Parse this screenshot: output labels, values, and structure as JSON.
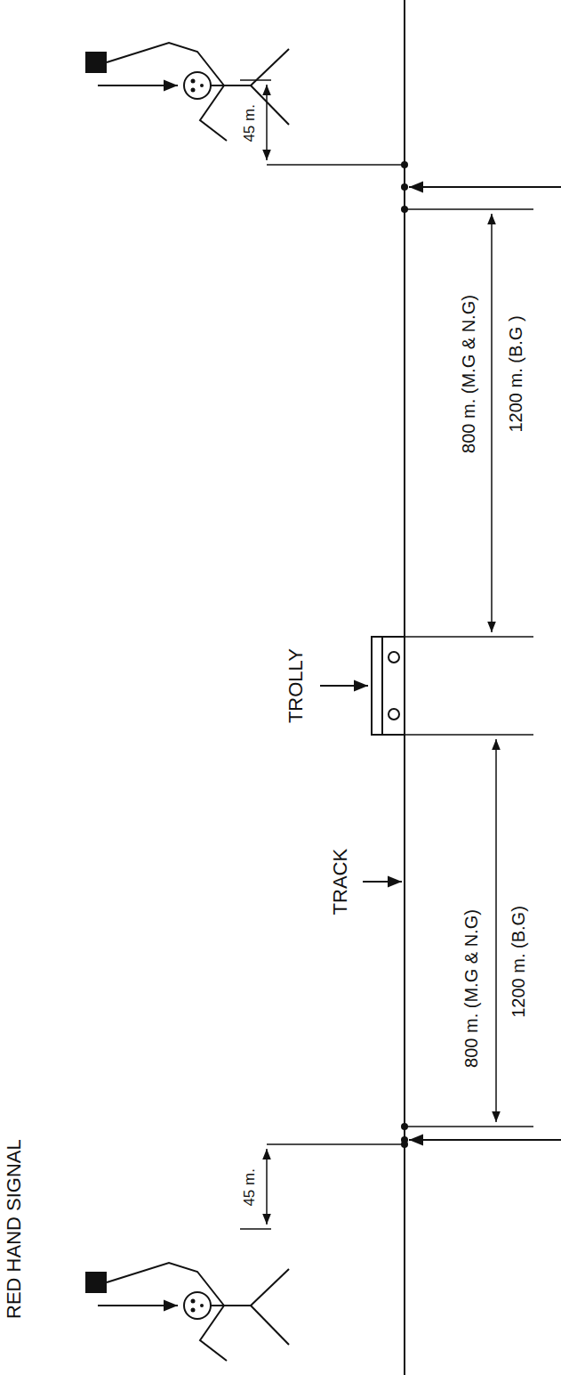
{
  "diagram": {
    "labels": [
      "RED HAND SIGNAL",
      "45 m.",
      "45 m.",
      "TROLLY",
      "TRACK",
      "800 m. (M.G & N.G)",
      "1200 m. (B.G )",
      "800 m. (M.G & N.G)",
      "1200 m. (B.G)"
    ]
  }
}
